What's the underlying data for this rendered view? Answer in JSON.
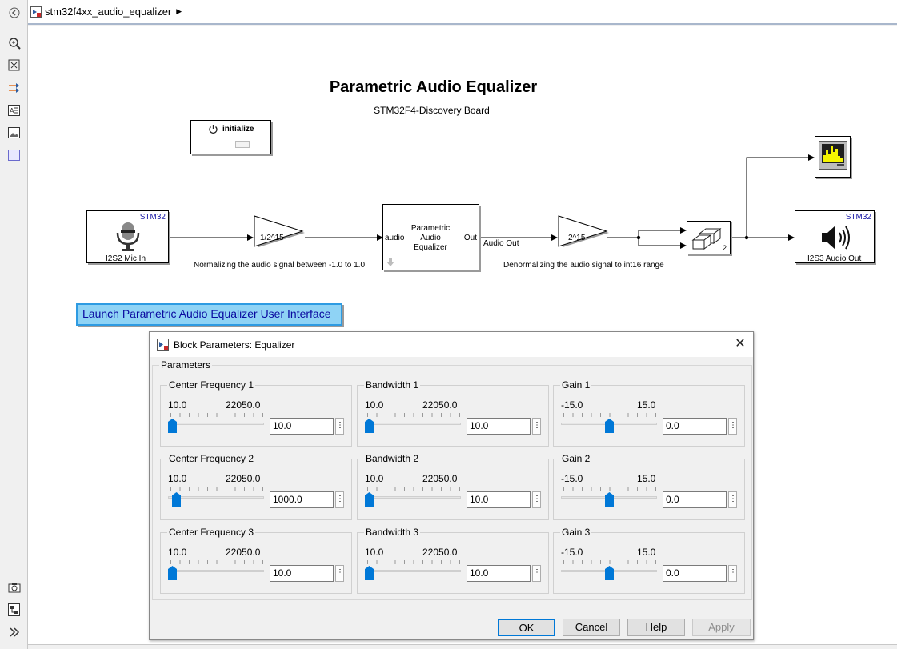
{
  "editor": {
    "breadcrumb": "stm32f4xx_audio_equalizer",
    "toolbar_icons": [
      "hide-browser-icon",
      "zoom-icon",
      "fit-to-view-icon",
      "signal-arrow-icon",
      "annotation-icon",
      "image-icon",
      "area-icon",
      "snapshot-icon",
      "model-browser-icon",
      "expand-icon"
    ]
  },
  "model": {
    "title": "Parametric Audio Equalizer",
    "subtitle": "STM32F4-Discovery Board",
    "initialize_label": "initialize",
    "mic_block": {
      "tag": "STM32",
      "label": "I2S2 Mic In"
    },
    "gain_in": {
      "label": "1/2^15",
      "note": "Normalizing the audio signal between -1.0 to 1.0"
    },
    "equalizer_block": {
      "name": "Parametric\nAudio\nEqualizer",
      "in_port": "audio",
      "out_port": "Out"
    },
    "wire_label": "Audio Out",
    "gain_out": {
      "label": "2^15",
      "note": "Denormalizing the audio signal to int16 range"
    },
    "buffer_block": {
      "label": "2"
    },
    "speaker_block": {
      "tag": "STM32",
      "label": "I2S3 Audio Out"
    },
    "launch_link": "Launch Parametric Audio Equalizer User Interface"
  },
  "dialog": {
    "title": "Block Parameters: Equalizer",
    "group_label": "Parameters",
    "params": [
      {
        "title": "Center Frequency 1",
        "min": "10.0",
        "max": "22050.0",
        "value": "10.0",
        "level": 0.0
      },
      {
        "title": "Bandwidth 1",
        "min": "10.0",
        "max": "22050.0",
        "value": "10.0",
        "level": 0.0
      },
      {
        "title": "Gain 1",
        "min": "-15.0",
        "max": "15.0",
        "value": "0.0",
        "level": 0.5
      },
      {
        "title": "Center Frequency 2",
        "min": "10.0",
        "max": "22050.0",
        "value": "1000.0",
        "level": 0.045
      },
      {
        "title": "Bandwidth 2",
        "min": "10.0",
        "max": "22050.0",
        "value": "10.0",
        "level": 0.0
      },
      {
        "title": "Gain 2",
        "min": "-15.0",
        "max": "15.0",
        "value": "0.0",
        "level": 0.5
      },
      {
        "title": "Center Frequency 3",
        "min": "10.0",
        "max": "22050.0",
        "value": "10.0",
        "level": 0.0
      },
      {
        "title": "Bandwidth 3",
        "min": "10.0",
        "max": "22050.0",
        "value": "10.0",
        "level": 0.0
      },
      {
        "title": "Gain 3",
        "min": "-15.0",
        "max": "15.0",
        "value": "0.0",
        "level": 0.5
      }
    ],
    "buttons": {
      "ok": "OK",
      "cancel": "Cancel",
      "help": "Help",
      "apply": "Apply"
    }
  },
  "colors": {
    "accent": "#0078d7",
    "link_bg": "#8fd3f5",
    "stm32_text": "#1a1aa6",
    "scope_signal": "#f5f500"
  }
}
